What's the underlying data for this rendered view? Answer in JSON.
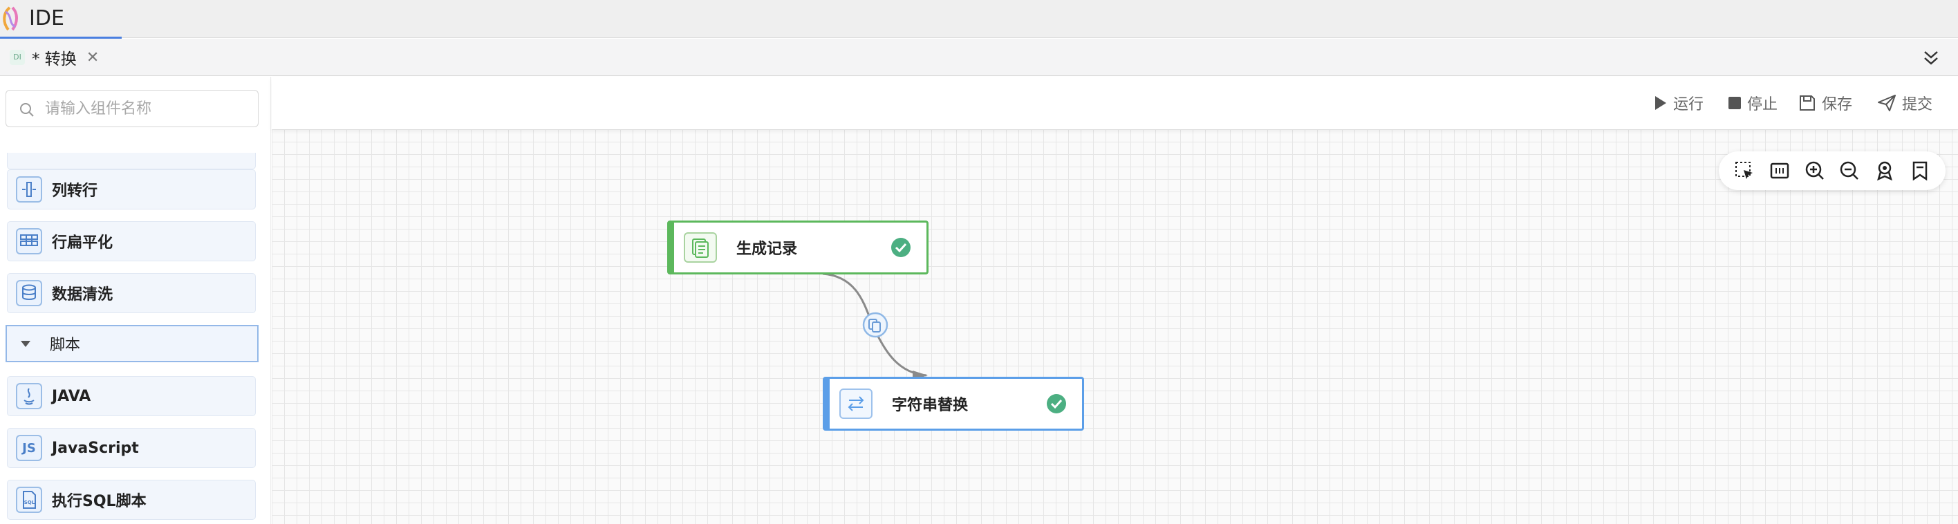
{
  "app": {
    "title": "IDE"
  },
  "tabs": [
    {
      "label": "* 转换",
      "badge": "DI"
    }
  ],
  "search": {
    "placeholder": "请输入组件名称"
  },
  "components": [
    {
      "label": "列转行",
      "icon": "column-to-row-icon"
    },
    {
      "label": "行扁平化",
      "icon": "row-flatten-icon"
    },
    {
      "label": "数据清洗",
      "icon": "database-clean-icon"
    }
  ],
  "group": {
    "label": "脚本",
    "expanded": true
  },
  "script_components": [
    {
      "label": "JAVA",
      "icon": "java-icon"
    },
    {
      "label": "JavaScript",
      "icon": "js-icon",
      "icon_text": "JS"
    },
    {
      "label": "执行SQL脚本",
      "icon": "sql-script-icon",
      "icon_text": "SQL"
    }
  ],
  "toolbar": {
    "run": "运行",
    "stop": "停止",
    "save": "保存",
    "submit": "提交"
  },
  "canvas_tools": [
    "box-select-icon",
    "fit-view-icon",
    "zoom-in-icon",
    "zoom-out-icon",
    "locate-icon",
    "bookmark-icon"
  ],
  "nodes": [
    {
      "label": "生成记录",
      "status": "success",
      "color": "#5cb85c"
    },
    {
      "label": "字符串替换",
      "status": "success",
      "color": "#5b9ee8"
    }
  ],
  "colors": {
    "accent": "#4a7fe0",
    "success": "#4caf82",
    "node_blue": "#5b9ee8",
    "node_green": "#5cb85c"
  }
}
